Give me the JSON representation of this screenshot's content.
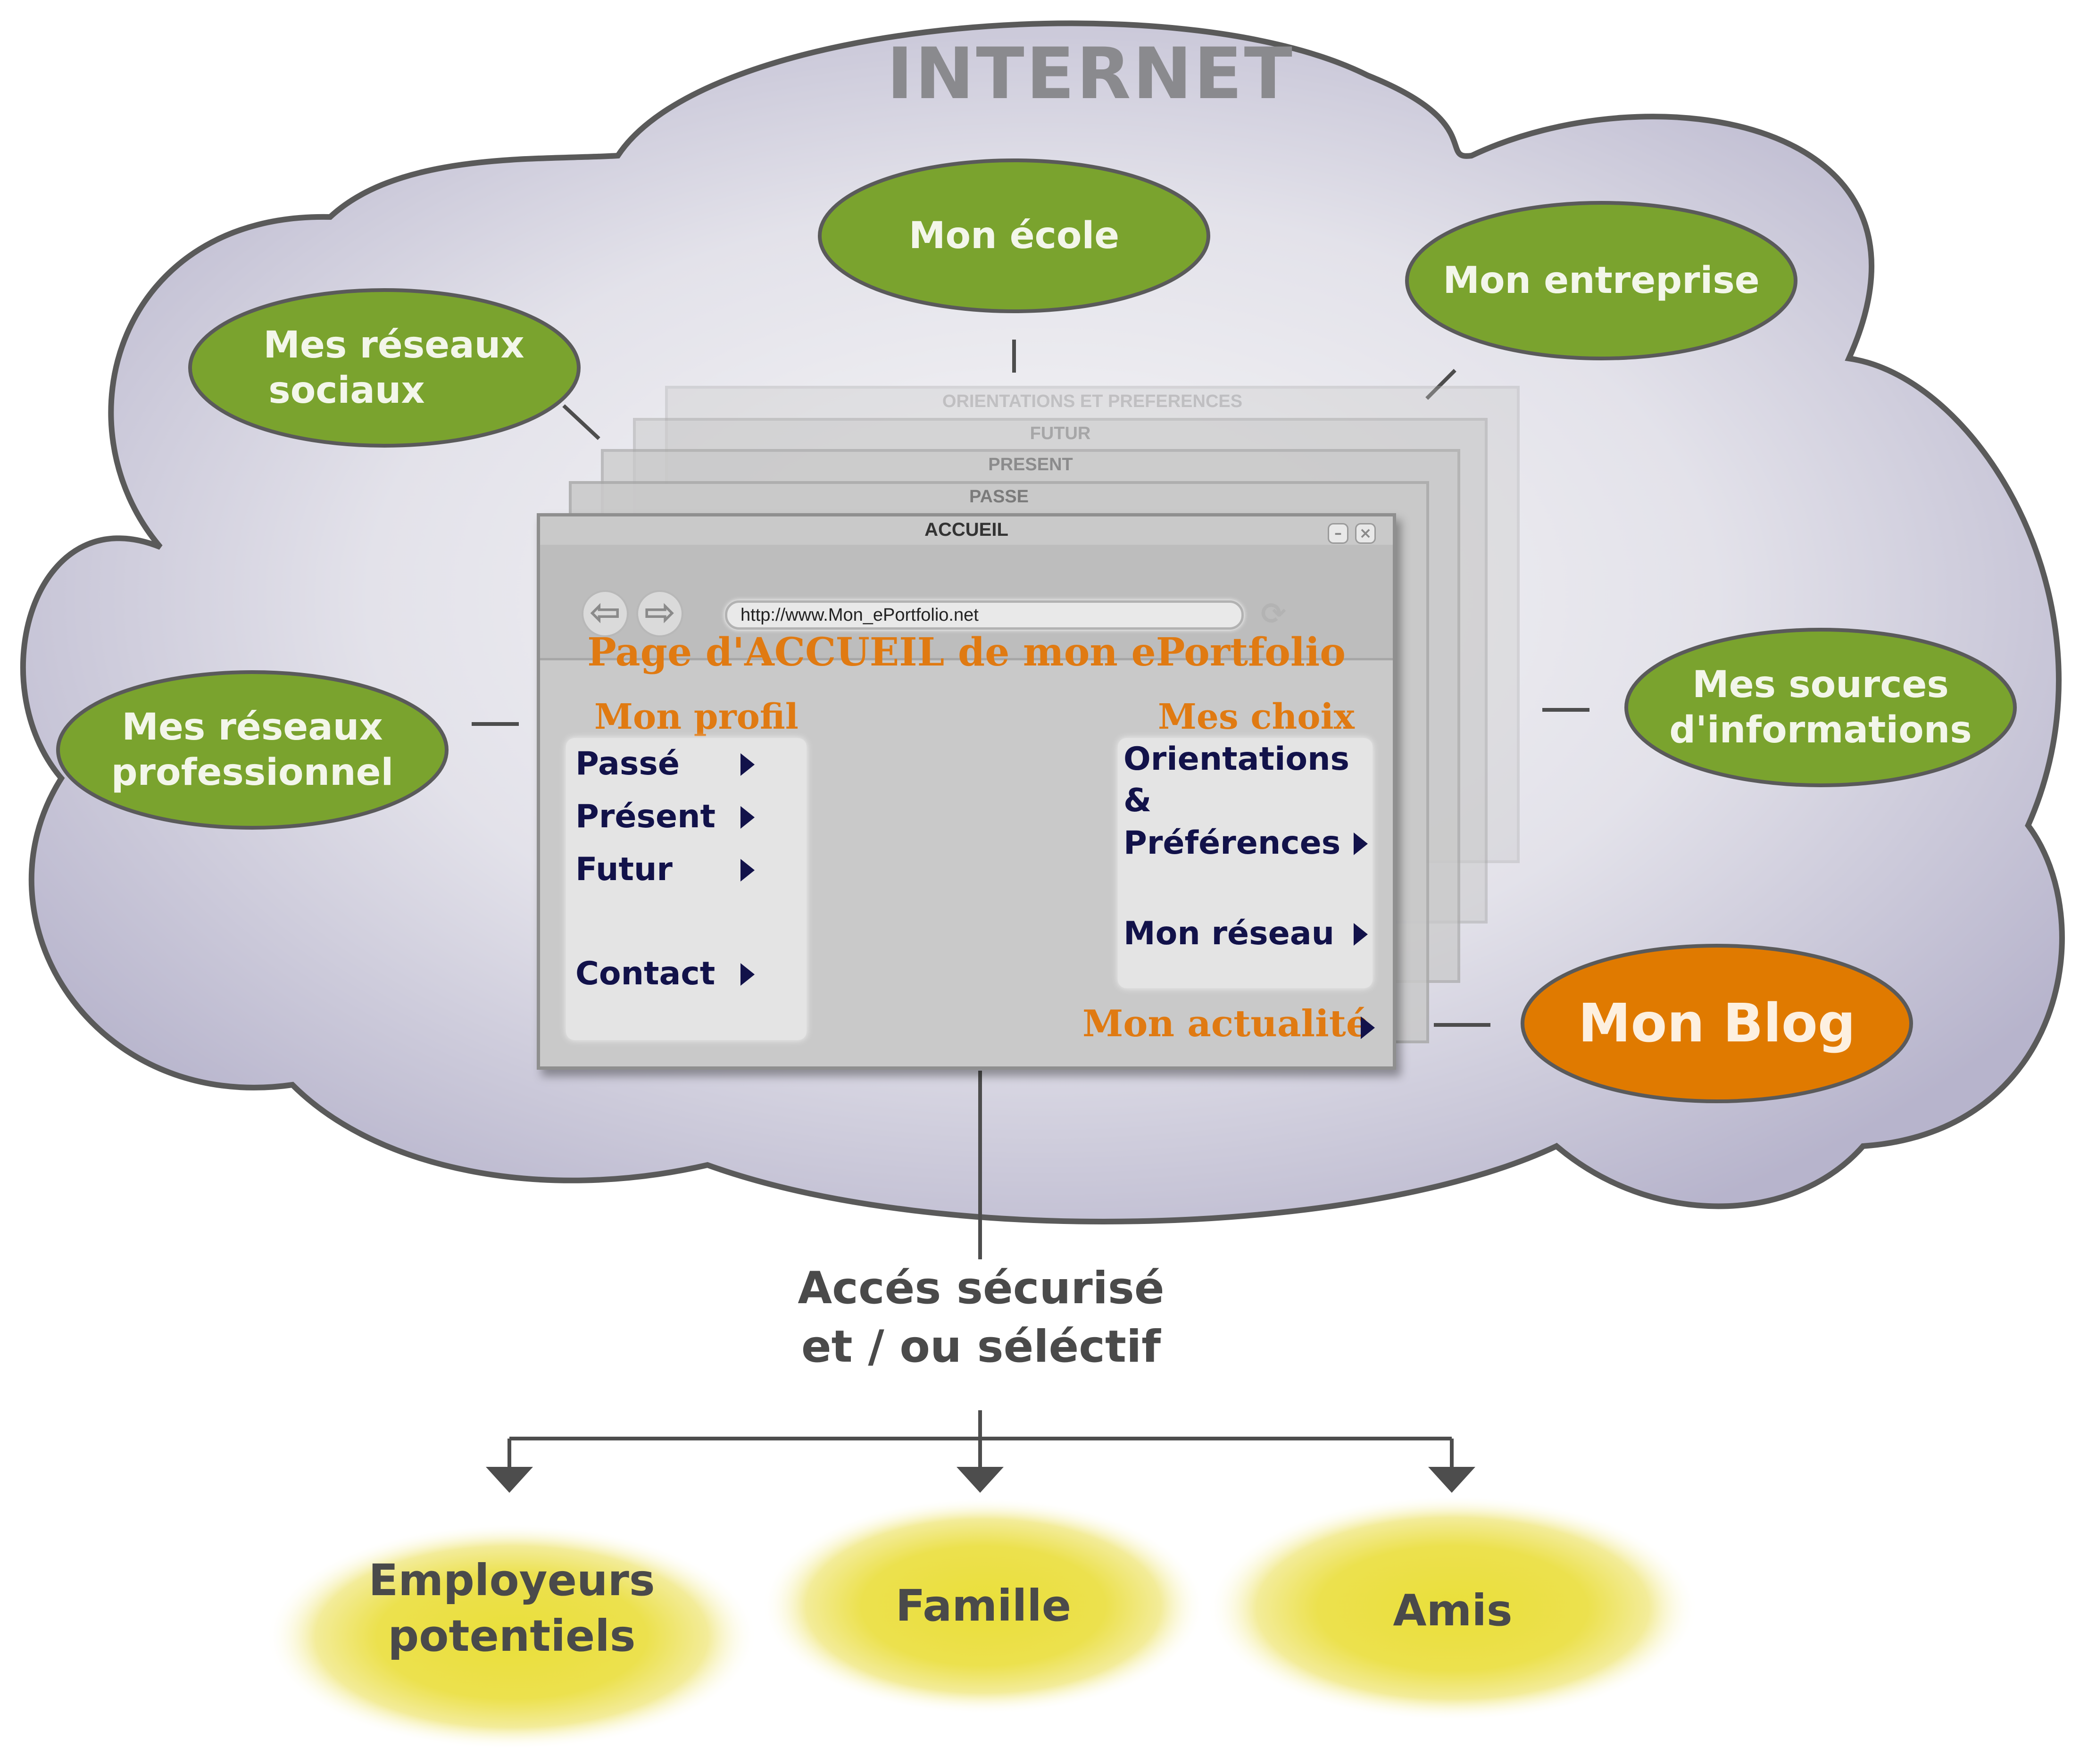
{
  "cloud": {
    "title": "INTERNET"
  },
  "bubbles": {
    "ecole": "Mon école",
    "entreprise": "Mon entreprise",
    "reseaux_sociaux_l1": "Mes réseaux",
    "reseaux_sociaux_l2": "sociaux",
    "reseaux_pro_l1": "Mes réseaux",
    "reseaux_pro_l2": "professionnel",
    "sources_l1": "Mes sources",
    "sources_l2": "d'informations",
    "blog": "Mon Blog"
  },
  "back_windows": [
    "ORIENTATIONS ET PREFERENCES",
    "FUTUR",
    "PRESENT",
    "PASSE"
  ],
  "browser": {
    "title": "ACCUEIL",
    "url": "http://www.Mon_ePortfolio.net",
    "page_title": "Page d'ACCUEIL de mon ePortfolio",
    "profil": {
      "title": "Mon profil",
      "items": [
        "Passé",
        "Présent",
        "Futur",
        "Contact"
      ]
    },
    "choix": {
      "title": "Mes choix",
      "orientations_l1": "Orientations",
      "orientations_l2": "&",
      "orientations_l3": "Préférences",
      "reseau": "Mon réseau"
    },
    "actualite": "Mon actualité"
  },
  "access": {
    "line1": "Accés sécurisé",
    "line2": "et / ou séléctif"
  },
  "targets": {
    "employeurs_l1": "Employeurs",
    "employeurs_l2": "potentiels",
    "famille": "Famille",
    "amis": "Amis"
  },
  "colors": {
    "bubble_green": "#7aa32e",
    "bubble_orange": "#e07a00",
    "accent_orange": "#e07a12",
    "menu_navy": "#12124a",
    "cloud_lavender": "#c2c0d6",
    "target_yellow": "#e8dc3c"
  }
}
